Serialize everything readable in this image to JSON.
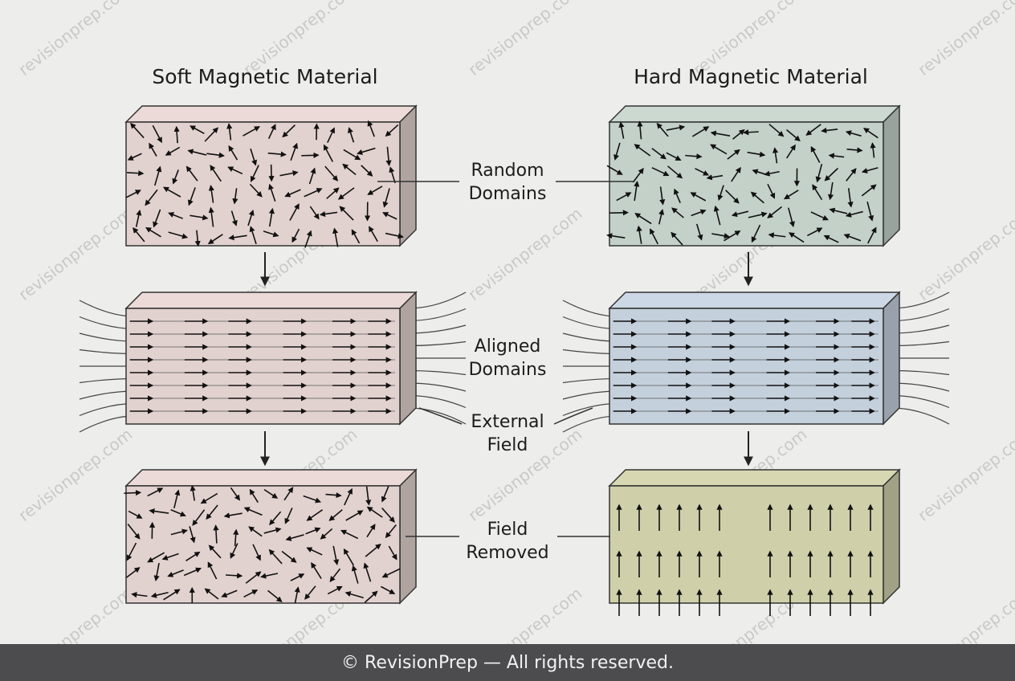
{
  "headings": {
    "soft": "Soft Magnetic Material",
    "hard": "Hard Magnetic Material"
  },
  "labels": {
    "random": [
      "Random",
      "Domains"
    ],
    "aligned": [
      "Aligned",
      "Domains"
    ],
    "external": [
      "External",
      "Field"
    ],
    "removed": [
      "Field",
      "Removed"
    ]
  },
  "watermark": "revisionprep.com",
  "footer": "© RevisionPrep — All rights reserved.",
  "colors": {
    "soft_block": "#e2d2cf",
    "soft_block_dark": "#b8a4a1",
    "hard_random_block": "#c3d1c8",
    "hard_aligned_block": "#c4d0dc",
    "hard_removed_block": "#cfcfaa",
    "arrow": "#111111",
    "field_line": "#444444",
    "footer_bg": "#4c4c4f"
  }
}
